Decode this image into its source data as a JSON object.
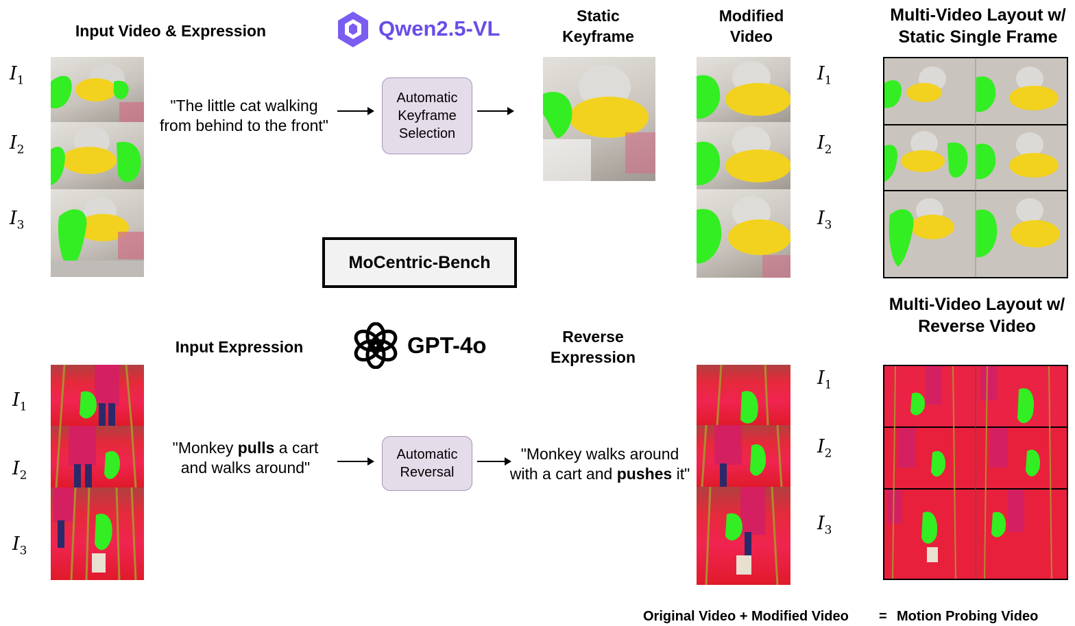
{
  "top": {
    "input_header": "Input Video & Expression",
    "model_name": "Qwen2.5-VL",
    "expression": "\"The little cat walking from behind to the front\"",
    "expression_line1": "\"The little cat walking",
    "expression_line2": "from behind to the front\"",
    "step_box_line1": "Automatic",
    "step_box_line2": "Keyframe",
    "step_box_line3": "Selection",
    "keyframe_header_line1": "Static",
    "keyframe_header_line2": "Keyframe",
    "modified_header_line1": "Modified",
    "modified_header_line2": "Video",
    "layout_header_line1": "Multi-Video Layout w/",
    "layout_header_line2": "Static Single Frame"
  },
  "bench_label": "MoCentric-Bench",
  "bottom": {
    "input_header": "Input Expression",
    "model_name": "GPT-4o",
    "expression_line1_pre": "\"Monkey ",
    "expression_line1_bold": "pulls",
    "expression_line1_post": " a cart",
    "expression_line2": "and walks around\"",
    "step_box_line1": "Automatic",
    "step_box_line2": "Reversal",
    "reverse_header_line1": "Reverse",
    "reverse_header_line2": "Expression",
    "reverse_line1": "\"Monkey walks around",
    "reverse_line2_pre": "with a cart and ",
    "reverse_line2_bold": "pushes",
    "reverse_line2_post": " it\"",
    "layout_header_line1": "Multi-Video Layout w/",
    "layout_header_line2": "Reverse Video"
  },
  "frame_labels": [
    "I",
    "I",
    "I"
  ],
  "frame_subs": [
    "1",
    "2",
    "3"
  ],
  "equation": {
    "left": "Original Video + Modified Video",
    "equals": "=",
    "right": "Motion Probing Video"
  },
  "colors": {
    "qwen_purple": "#6a4de8",
    "mask_green": "#33ee22",
    "collar_yellow": "#f2d21e",
    "box_fill": "#e5dcea",
    "carpet_red": "#ee2040"
  }
}
